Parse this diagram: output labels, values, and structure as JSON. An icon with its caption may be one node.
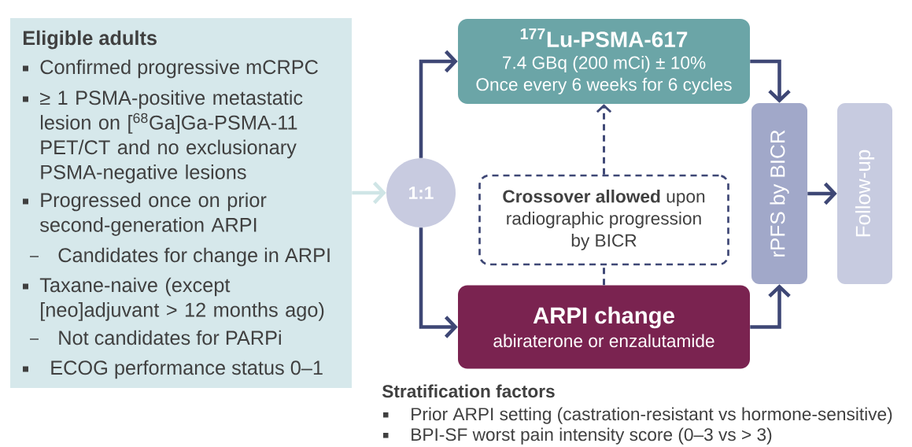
{
  "diagram": {
    "nodes": [
      {
        "text": [
          "Eligible adults",
          "Confirmed progressive mCRPC",
          "≥ 1 PSMA-positive metastatic lesion on [$^{68}$Ga]Ga-PSMA-11 PET/CT and no exclusionary PSMA-negative lesions",
          "Progressed once on prior second-generation ARPI",
          "Candidates for change in ARPI",
          "Taxane-naive (except [neo]adjuvant > 12 months ago)",
          "Not candidates for PARPi",
          "ECOG performance status 0–1"
        ]
      },
      {
        "text": [
          "1:1"
        ]
      },
      {
        "text": [
          "$^{177}$Lu-PSMA-617",
          "7.4 GBq (200 mCi) ± 10%",
          "Once every 6 weeks for 6 cycles"
        ]
      },
      {
        "text": [
          "**Crossover allowed** upon radiographic progression by BICR"
        ]
      },
      {
        "text": [
          "ARPI change",
          "abiraterone or enzalutamide"
        ]
      },
      {
        "text": [
          "rPFS by BICR"
        ]
      },
      {
        "text": [
          "Follow-up"
        ]
      }
    ],
    "edges": [
      {
        "from": 0,
        "to": 1,
        "arrow": "to",
        "color": "#cfe5e6"
      },
      {
        "from": 1,
        "to": 2,
        "arrow": "to"
      },
      {
        "from": 1,
        "to": 4,
        "arrow": "to"
      },
      {
        "from": 4,
        "to": 3,
        "arrow": "none",
        "style": "dashed"
      },
      {
        "from": 3,
        "to": 2,
        "arrow": "to",
        "style": "dashed"
      },
      {
        "from": 2,
        "to": 5,
        "arrow": "to"
      },
      {
        "from": 4,
        "to": 5,
        "arrow": "to"
      },
      {
        "from": 5,
        "to": 6,
        "arrow": "to"
      }
    ],
    "labels": [
      "Stratification factors",
      "Prior ARPI setting (castration-resistant vs hormone-sensitive)",
      "BPI-SF worst pain intensity score (0–3 vs > 3)"
    ]
  }
}
